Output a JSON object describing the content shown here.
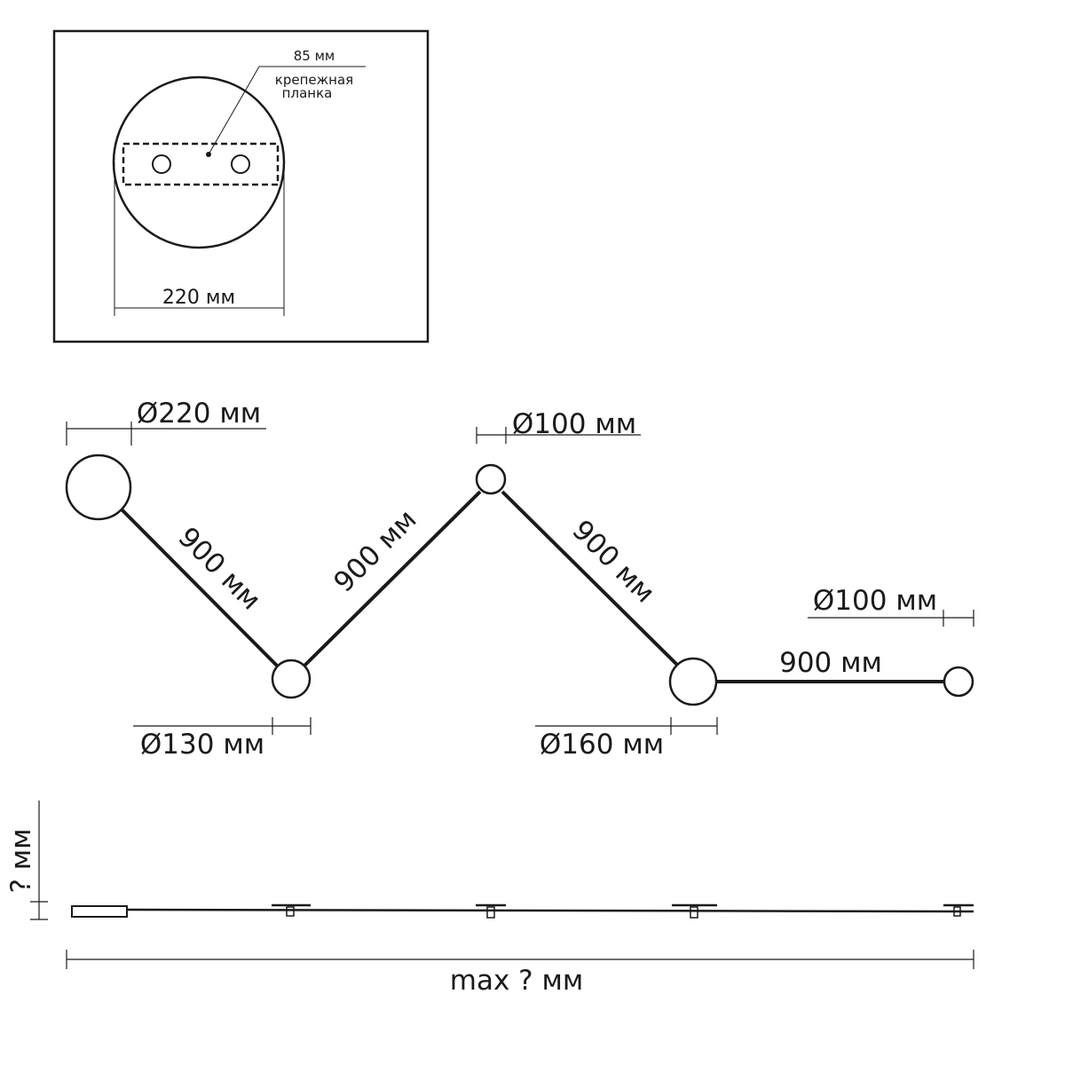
{
  "detail": {
    "strip_size": "85 мм",
    "strip_name_line1": "крепежная",
    "strip_name_line2": "планка",
    "base_diameter": "220 мм"
  },
  "plan": {
    "spheres": [
      {
        "diameter": "Ø220 мм"
      },
      {
        "diameter": "Ø130 мм"
      },
      {
        "diameter": "Ø100 мм"
      },
      {
        "diameter": "Ø160 мм"
      },
      {
        "diameter": "Ø100 мм"
      }
    ],
    "arms": [
      "900 мм",
      "900 мм",
      "900 мм",
      "900 мм"
    ]
  },
  "elevation": {
    "height": "? мм",
    "length": "max ? мм"
  }
}
